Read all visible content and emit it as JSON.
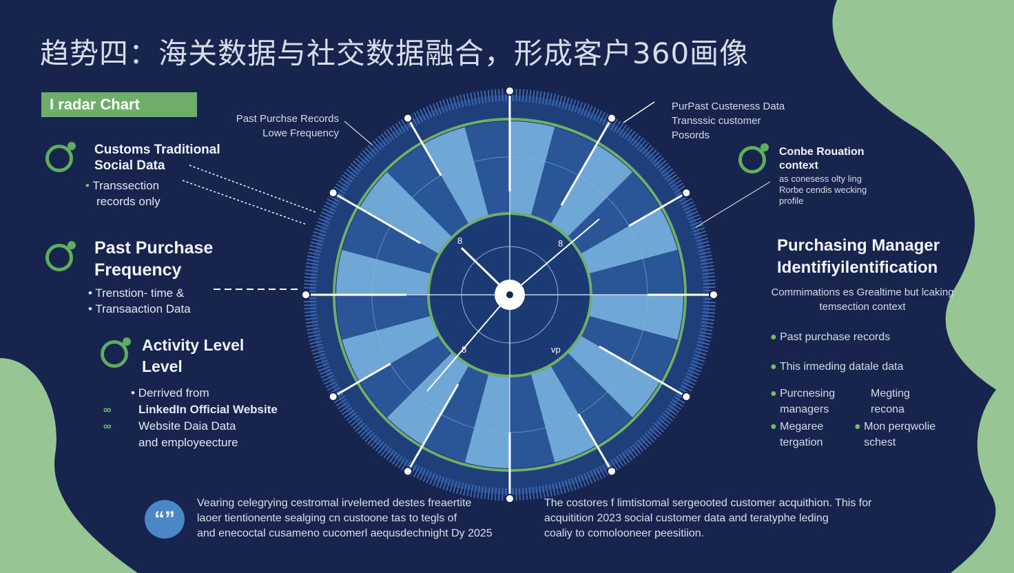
{
  "title": "趋势四：海关数据与社交数据融合，形成客户360画像",
  "badge_label": "I radar Chart",
  "colors": {
    "navy": "#16244e",
    "green": "#6fae6a",
    "blue_light": "#6fa8d6",
    "blue_dark": "#1f3f7a",
    "accent": "#4b86c6"
  },
  "left": {
    "b1": {
      "title": [
        "Customs Traditional",
        "Social Data"
      ],
      "bullets": [
        "Transsection",
        "records only"
      ]
    },
    "b2": {
      "title": [
        "Past Purchase",
        "Frequency"
      ],
      "bullets": [
        "Trenstion- time &",
        "Transaaction Data"
      ]
    },
    "b3": {
      "title": [
        "Activity Level",
        "Level"
      ],
      "bullets": [
        "Derrived from",
        "LinkedIn Official Website",
        "Website Daia Data",
        "and employeecture"
      ]
    }
  },
  "top_left_label": [
    "Past Purchse Records",
    "Lowe Frequency"
  ],
  "top_right_label": [
    "PurPast Custeness Data",
    "Transssic customer",
    "Posords"
  ],
  "right": {
    "b1": {
      "title": [
        "Conbe Rouation",
        "context"
      ],
      "sub": [
        "as conesess olty ling",
        "Rorbe   cendis wecking",
        "profile"
      ]
    },
    "b2": {
      "title": [
        "Purchasing Manager",
        "Identifiyilentification"
      ],
      "sub": [
        "Commimations es Grealtime but lcaking",
        "temsection context"
      ]
    },
    "list": [
      {
        "text": "Past purchase records"
      },
      {
        "text": "This irmeding datale data"
      },
      {
        "text": "Purcnesing\nmanagers",
        "text2": "Megting\nrecona"
      },
      {
        "text": "Megaree\ntergation",
        "text2": "Mon perqwolie\nschest"
      }
    ]
  },
  "radar_marks": [
    "8",
    "8",
    "8",
    "vp"
  ],
  "footer": {
    "quote_mark": "“”",
    "left": [
      "Vearing celegrying cestromal irvelemed destes freaertite",
      "laoer tientionente sealging cn custoone tas to tegls of",
      "and enecoctal cusameno cucomerl aequsdechnight Dy 2025"
    ],
    "right": [
      "The costores f limtistomal sergeooted customer acquithion. This for",
      "acquitition 2023   social customer data and teratyphe leding",
      "coaliy to comolooneer peesitiion."
    ]
  }
}
